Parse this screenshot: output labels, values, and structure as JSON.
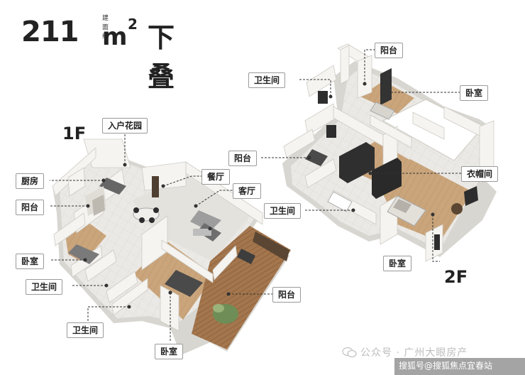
{
  "title": {
    "area_number": "211",
    "unit": "m",
    "unit_sup": "2",
    "area_note": "建面约",
    "type": "下叠"
  },
  "floors": {
    "first": "1F",
    "second": "2F"
  },
  "labels_1f": {
    "entry_garden": "入户花园",
    "kitchen": "厨房",
    "balcony_left": "阳台",
    "dining": "餐厅",
    "living": "客厅",
    "bedroom_left": "卧室",
    "bath_1": "卫生间",
    "bath_2": "卫生间",
    "balcony_right": "阳台",
    "bedroom_bottom": "卧室"
  },
  "labels_2f": {
    "balcony_top": "阳台",
    "bath_top": "卫生间",
    "bedroom_top": "卧室",
    "balcony_mid": "阳台",
    "cloakroom": "衣帽间",
    "bath_mid": "卫生间",
    "bedroom_bottom": "卧室"
  },
  "watermark": "公众号 · 广州大眼房产",
  "source": "搜狐号@搜狐焦点宜春站",
  "colors": {
    "wall": "#f3f2ef",
    "wall_side": "#d9d7d2",
    "floor_wood": "#c9a47a",
    "floor_tile": "#e8e6e2",
    "dark": "#3a3a3a",
    "leader": "#333333"
  }
}
